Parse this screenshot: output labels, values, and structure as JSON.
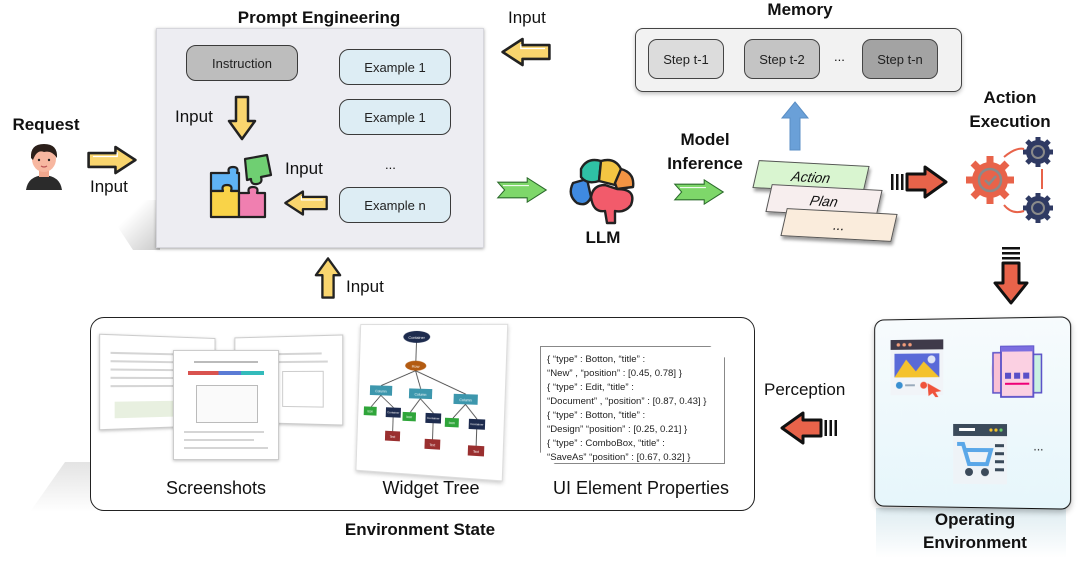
{
  "request": {
    "title": "Request",
    "input_label": "Input",
    "icon": "person-avatar-icon"
  },
  "prompt_engineering": {
    "title": "Prompt Engineering",
    "instruction": "Instruction",
    "examples": [
      "Example 1",
      "Example 1",
      "...",
      "Example n"
    ],
    "input_labels": [
      "Input",
      "Input"
    ],
    "puzzle_icon": "puzzle-icon"
  },
  "top_input_label": "Input",
  "llm": {
    "label": "LLM",
    "icon": "brain-icon"
  },
  "model_inference": {
    "line1": "Model",
    "line2": "Inference"
  },
  "outputs": [
    "Action",
    "Plan",
    "..."
  ],
  "memory": {
    "title": "Memory",
    "steps": [
      "Step t-1",
      "Step t-2",
      "Step t-n"
    ],
    "ellipsis": "..."
  },
  "action_execution": {
    "line1": "Action",
    "line2": "Execution",
    "icon": "gears-cycle-icon"
  },
  "operating_environment": {
    "line1": "Operating",
    "line2": "Environment",
    "ellipsis": "..."
  },
  "perception_label": "Perception",
  "bottom_input_label": "Input",
  "environment_state": {
    "title": "Environment State",
    "screenshots_label": "Screenshots",
    "widget_tree_label": "Widget Tree",
    "ui_props_label": "UI Element Properties",
    "widget_tree": {
      "root": "Container",
      "row": "Row",
      "columns": [
        "Column",
        "Column",
        "Column"
      ],
      "leaves": [
        "Icon",
        "Container",
        "Text"
      ]
    },
    "ui_properties": [
      "{ “type” : Botton, “title” :",
      " “New” , “position” : [0.45, 0.78] }",
      "{ “type” : Edit, “title” :",
      " “Document” , “position” : [0.87, 0.43] }",
      "{ “type” : Botton, “title” :",
      " “Design”  “position” : [0.25, 0.21] }",
      "{ “type” : ComboBox, “title” :",
      " “SaveAs”  “position” : [0.67, 0.32] }"
    ]
  },
  "colors": {
    "yellow_arrow": "#f9d56e",
    "green_arrow": "#7ed76a",
    "red_arrow": "#e8634a",
    "blue_arrow": "#6aa0d8",
    "gear_navy": "#2f3a63",
    "example_bg": "#ddedf4",
    "instruction_bg": "#bdbdbd"
  }
}
